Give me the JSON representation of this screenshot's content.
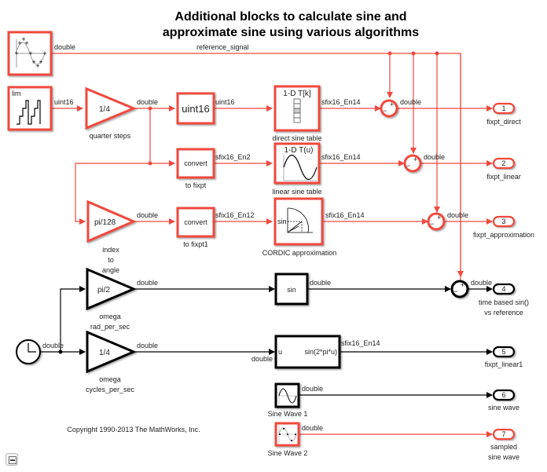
{
  "title": {
    "line1": "Additional blocks to calculate sine and",
    "line2": "approximate sine using various algorithms"
  },
  "colors": {
    "highlight": "#f0483e",
    "normal": "#000000",
    "background": "#ffffff"
  },
  "blocks": {
    "reference_source": {
      "icon": "sampled-sine-icon"
    },
    "lim": {
      "text": "lim",
      "icon": "staircase-icon"
    },
    "quarter_steps": {
      "gain": "1/4",
      "name": "quarter steps"
    },
    "uint16_convert": {
      "text": "uint16"
    },
    "direct_sine_table": {
      "text": "1-D T[k]",
      "name": "direct sine table"
    },
    "to_fixpt": {
      "text": "convert",
      "name": "to fixpt"
    },
    "linear_sine_table": {
      "text": "1-D T(u)",
      "name": "linear sine table"
    },
    "index_to_angle": {
      "gain": "pi/128",
      "name_lines": [
        "index",
        "to",
        "angle"
      ]
    },
    "to_fixpt1": {
      "text": "convert",
      "name": "to fixpt1"
    },
    "cordic": {
      "port": "sin",
      "name": "CORDIC approximation"
    },
    "omega_rad": {
      "gain": "pi/2",
      "name_lines": [
        "omega",
        "rad_per_sec"
      ]
    },
    "omega_cycles": {
      "gain": "1/4",
      "name_lines": [
        "omega",
        "cycles_per_sec"
      ]
    },
    "sin_fn": {
      "text": "sin"
    },
    "sin2piu": {
      "in_port": "u",
      "text": "sin(2*pi*u)"
    },
    "sine_wave_1": {
      "name": "Sine Wave 1"
    },
    "sine_wave_2": {
      "name": "Sine Wave 2"
    },
    "clock": {
      "icon": "clock-icon"
    }
  },
  "sums": [
    {
      "signs": [
        "+",
        "−"
      ]
    },
    {
      "signs": [
        "+",
        "−"
      ]
    },
    {
      "signs": [
        "+",
        "−"
      ]
    },
    {
      "signs": [
        "+",
        "−"
      ]
    }
  ],
  "outports": [
    {
      "num": "1",
      "name_lines": [
        "fixpt_direct"
      ]
    },
    {
      "num": "2",
      "name_lines": [
        "fixpt_linear"
      ]
    },
    {
      "num": "3",
      "name_lines": [
        "fixpt_approximation"
      ]
    },
    {
      "num": "4",
      "name_lines": [
        "time based sin()",
        "vs reference"
      ]
    },
    {
      "num": "5",
      "name_lines": [
        "fixpt_linear1"
      ]
    },
    {
      "num": "6",
      "name_lines": [
        "sine wave"
      ]
    },
    {
      "num": "7",
      "name_lines": [
        "sampled",
        "sine wave"
      ]
    }
  ],
  "signals": {
    "ref_type": "double",
    "ref_name": "reference_signal",
    "lim_out": "uint16",
    "gain_out": "double",
    "uint16_out": "uint16",
    "direct_out": "sfix16_En14",
    "sum1_out": "double",
    "fixpt_out": "sfix16_En2",
    "linear_out": "sfix16_En14",
    "sum2_out": "double",
    "angle_out": "double",
    "fixpt1_out": "sfix16_En12",
    "cordic_out": "sfix16_En14",
    "sum3_out": "double",
    "clock_out": "double",
    "rad_out": "double",
    "sin_out": "double",
    "sum4_out": "double",
    "cycles_out": "double",
    "sin2piu_in": "double",
    "sin2piu_out": "sfix16_En14",
    "sw1_out": "double",
    "sw2_out": "double"
  },
  "copyright": "Copyright 1990-2013 The MathWorks, Inc.",
  "controls": {
    "zoom_button": "hide-panel-button"
  }
}
